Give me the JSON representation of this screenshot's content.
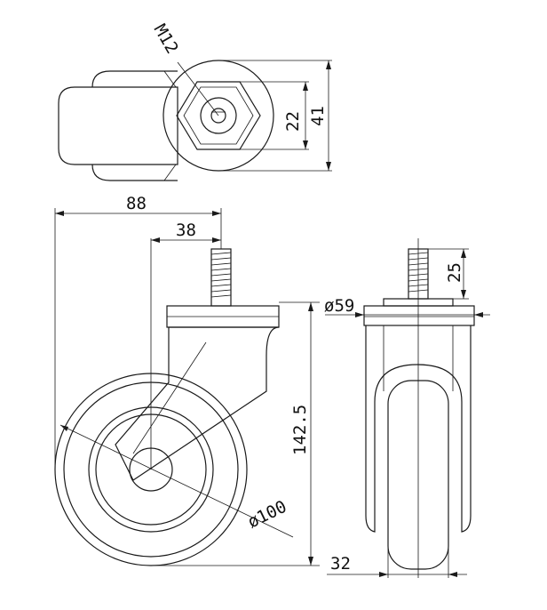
{
  "drawing": {
    "labels": {
      "thread": "M12",
      "hex_across_flats": "22",
      "top_height": "41",
      "overall_offset": "88",
      "swivel_offset": "38",
      "stud_length": "25",
      "plate_diameter": "ø59",
      "overall_height": "142.5",
      "wheel_diameter": "ø100",
      "wheel_width": "32"
    }
  }
}
